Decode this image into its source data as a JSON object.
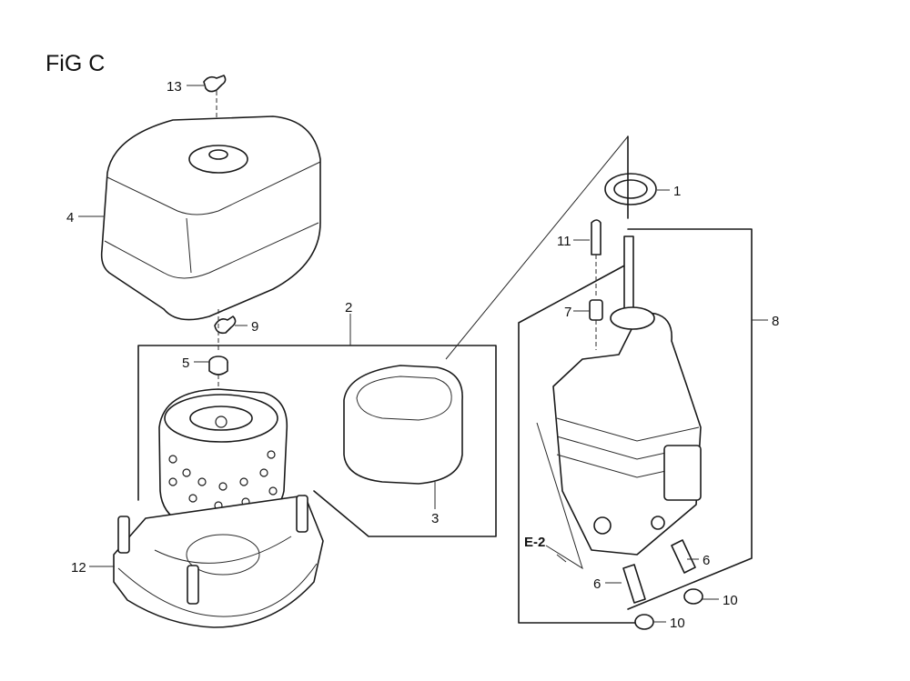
{
  "figure": {
    "title": "FiG C"
  },
  "callouts": {
    "c1": "1",
    "c2": "2",
    "c3": "3",
    "c4": "4",
    "c5": "5",
    "c6a": "6",
    "c6b": "6",
    "c7": "7",
    "c8": "8",
    "c9": "9",
    "c10a": "10",
    "c10b": "10",
    "c11": "11",
    "c12": "12",
    "c13": "13"
  },
  "reference": {
    "label": "E-2"
  },
  "parts": {
    "cover": "air-cleaner-cover",
    "element_outer": "outer-filter-element",
    "element_inner": "inner-filter-element",
    "base": "air-cleaner-base",
    "elbow": "air-cleaner-elbow"
  }
}
